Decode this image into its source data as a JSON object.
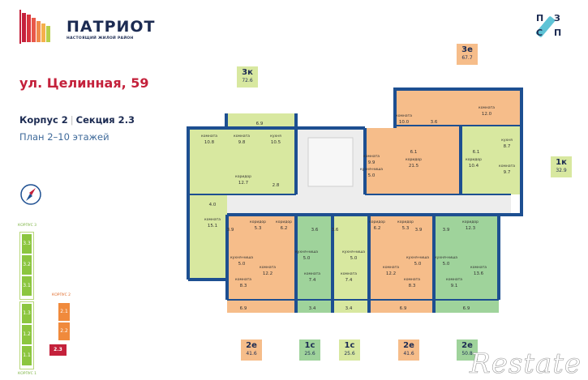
{
  "header": {
    "brand": "ПАТРИОТ",
    "tagline": "НАСТОЯЩИЙ ЖИЛОЙ РАЙОН",
    "developer_logo_letters": [
      "П",
      "З",
      "С",
      "П"
    ]
  },
  "address": "ул. Целинная, 59",
  "building": {
    "korpus": "Корпус 2",
    "section": "Секция 2.3",
    "plan": "План 2–10 этажей"
  },
  "site_map": {
    "korpus3_label": "КОРПУС 3",
    "korpus2_label": "КОРПУС 2",
    "korpus1_label": "КОРПУС 1",
    "korpus3_sections": [
      "3.3",
      "3.2",
      "3.1"
    ],
    "korpus1_sections": [
      "1.3",
      "1.2",
      "1.1"
    ],
    "korpus2_sections": [
      "2.1",
      "2.2"
    ],
    "current_section": "2.3"
  },
  "apartments": [
    {
      "type": "3к",
      "area": "72.6",
      "color": "#d8e8a0"
    },
    {
      "type": "3е",
      "area": "67.7",
      "color": "#f6bd8a"
    },
    {
      "type": "1к",
      "area": "32.9",
      "color": "#d8e8a0"
    },
    {
      "type": "2е",
      "area": "41.6",
      "color": "#f6bd8a"
    },
    {
      "type": "1с",
      "area": "25.6",
      "color": "#9fd39b"
    },
    {
      "type": "1с",
      "area": "25.6",
      "color": "#d8e8a0"
    },
    {
      "type": "2е",
      "area": "41.6",
      "color": "#f6bd8a"
    },
    {
      "type": "2е",
      "area": "50.8",
      "color": "#9fd39b"
    }
  ],
  "rooms": [
    {
      "label": "комната",
      "area": "10.8"
    },
    {
      "label": "комната",
      "area": "9.8"
    },
    {
      "label": "кухня",
      "area": "10.5"
    },
    {
      "label": "",
      "area": "6.9"
    },
    {
      "label": "коридор",
      "area": "12.7"
    },
    {
      "label": "",
      "area": "2.8"
    },
    {
      "label": "",
      "area": "4.0"
    },
    {
      "label": "комната",
      "area": "15.1"
    },
    {
      "label": "комната",
      "area": "9.9"
    },
    {
      "label": "кухня-ниша",
      "area": "5.0"
    },
    {
      "label": "комната",
      "area": "10.0"
    },
    {
      "label": "",
      "area": "3.6"
    },
    {
      "label": "комната",
      "area": "12.0"
    },
    {
      "label": "",
      "area": "6.1"
    },
    {
      "label": "коридор",
      "area": "21.5"
    },
    {
      "label": "",
      "area": "6.1"
    },
    {
      "label": "кухня",
      "area": "8.7"
    },
    {
      "label": "коридор",
      "area": "10.4"
    },
    {
      "label": "комната",
      "area": "9.7"
    },
    {
      "label": "",
      "area": "3.9"
    },
    {
      "label": "коридор",
      "area": "5.3"
    },
    {
      "label": "коридор",
      "area": "6.2"
    },
    {
      "label": "",
      "area": "3.6"
    },
    {
      "label": "",
      "area": "3.6"
    },
    {
      "label": "коридор",
      "area": "6.2"
    },
    {
      "label": "коридор",
      "area": "5.3"
    },
    {
      "label": "",
      "area": "3.9"
    },
    {
      "label": "",
      "area": "3.9"
    },
    {
      "label": "коридор",
      "area": "12.3"
    },
    {
      "label": "кухня-ниша",
      "area": "5.0"
    },
    {
      "label": "комната",
      "area": "8.3"
    },
    {
      "label": "комната",
      "area": "12.2"
    },
    {
      "label": "кухня-ниша",
      "area": "5.0"
    },
    {
      "label": "комната",
      "area": "7.4"
    },
    {
      "label": "кухня-ниша",
      "area": "5.0"
    },
    {
      "label": "комната",
      "area": "7.4"
    },
    {
      "label": "комната",
      "area": "12.2"
    },
    {
      "label": "кухня-ниша",
      "area": "5.0"
    },
    {
      "label": "комната",
      "area": "8.3"
    },
    {
      "label": "кухня-ниша",
      "area": "5.0"
    },
    {
      "label": "комната",
      "area": "9.1"
    },
    {
      "label": "комната",
      "area": "13.6"
    },
    {
      "label": "",
      "area": "6.9"
    },
    {
      "label": "",
      "area": "3.4"
    },
    {
      "label": "",
      "area": "3.4"
    },
    {
      "label": "",
      "area": "6.9"
    },
    {
      "label": "",
      "area": "6.9"
    }
  ],
  "colors": {
    "wall": "#1d4f91",
    "orange": "#f6bd8a",
    "green": "#9fd39b",
    "light_green": "#d8e8a0",
    "accent_red": "#c4213b",
    "corridor": "#ededed"
  },
  "watermark": "Restate"
}
